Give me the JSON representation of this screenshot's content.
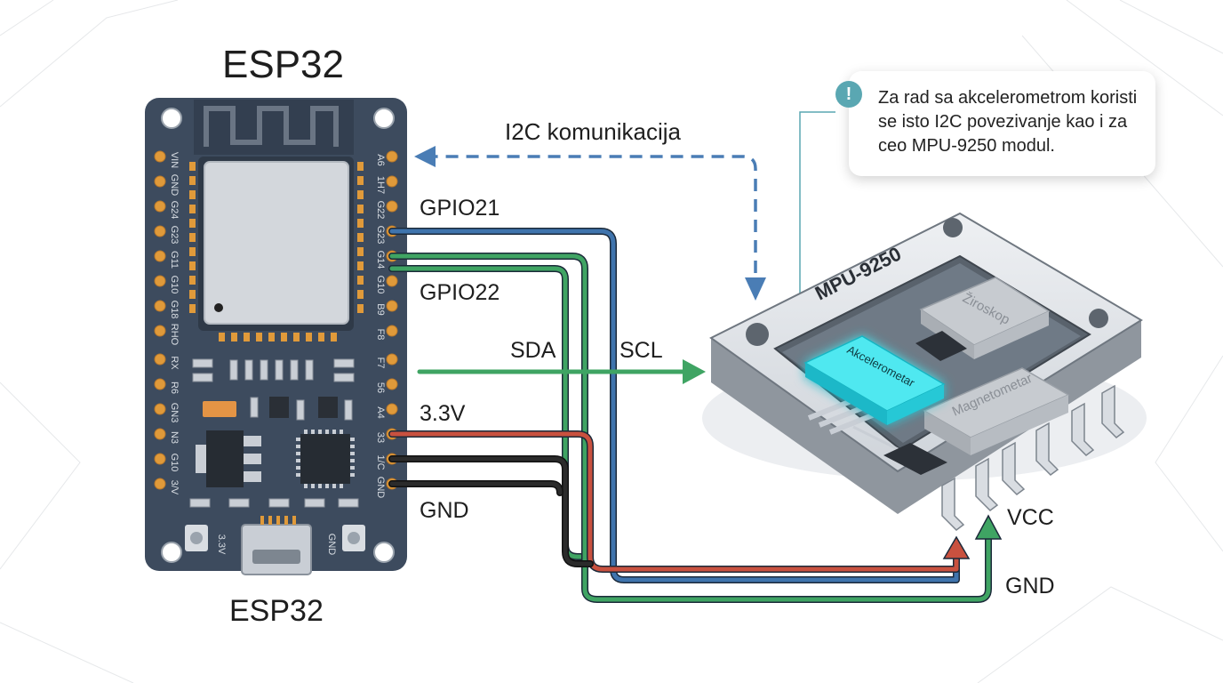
{
  "esp32": {
    "title": "ESP32",
    "subtitle": "ESP32",
    "left_pins": [
      "VIN",
      "GND",
      "G24",
      "G23",
      "G11",
      "G10",
      "G18",
      "RHO",
      "RX",
      "R6",
      "GN3",
      "N3",
      "G10",
      "3/V"
    ],
    "right_pins": [
      "A6",
      "1H7",
      "G22",
      "G23",
      "G14",
      "G10",
      "B9",
      "F8",
      "F7",
      "56",
      "A4",
      "33",
      "1/C",
      "GND"
    ],
    "usb_left_label": "3.3V",
    "usb_right_label": "GND"
  },
  "i2c_label": "I2C komunikacija",
  "wire_labels": {
    "gpio21": "GPIO21",
    "gpio22": "GPIO22",
    "sda": "SDA",
    "scl": "SCL",
    "v33": "3.3V",
    "gnd_left": "GND",
    "vcc": "VCC",
    "gnd_right": "GND"
  },
  "mpu": {
    "title": "MPU-9250",
    "accelerometer": "Akcelerometar",
    "gyroscope": "Žiroskop",
    "magnetometer": "Magnetometar"
  },
  "callout": {
    "text": "Za rad sa akcelerometrom koristi se isto I2C povezivanje kao i za ceo MPU-9250 modul.",
    "icon": "!"
  },
  "colors": {
    "board": "#3d4b5e",
    "pin": "#e09a3a",
    "wire_blue": "#3f74ad",
    "wire_green": "#3fa463",
    "wire_red": "#c9513f",
    "wire_black": "#2b2b2b",
    "accent_cyan": "#2fd6e0",
    "i2c_dash": "#4a7db5"
  }
}
